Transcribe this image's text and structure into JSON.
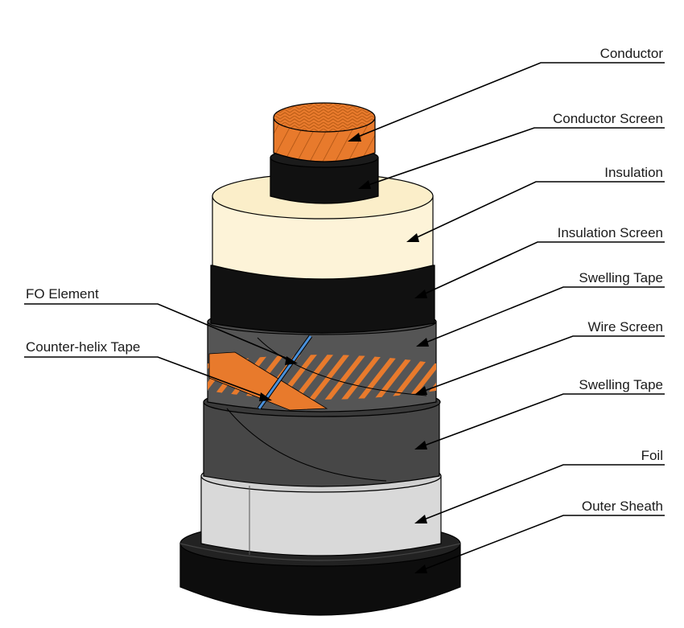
{
  "labels": {
    "conductor": "Conductor",
    "conductor_screen": "Conductor Screen",
    "insulation": "Insulation",
    "insulation_screen": "Insulation Screen",
    "swelling_tape_upper": "Swelling Tape",
    "wire_screen": "Wire Screen",
    "swelling_tape_lower": "Swelling Tape",
    "foil": "Foil",
    "outer_sheath": "Outer Sheath",
    "fo_element": "FO Element",
    "counter_helix_tape": "Counter-helix Tape"
  },
  "colors": {
    "copper": "#e87a2c",
    "copper_dark": "#b85a14",
    "black_layer": "#111111",
    "insulation": "#fdf3d8",
    "swelling_tape": "#474747",
    "wire_screen_band": "#555555",
    "fo_element": "#4a90d9",
    "foil": "#d9d9d9",
    "outer_sheath": "#0d0d0d"
  }
}
